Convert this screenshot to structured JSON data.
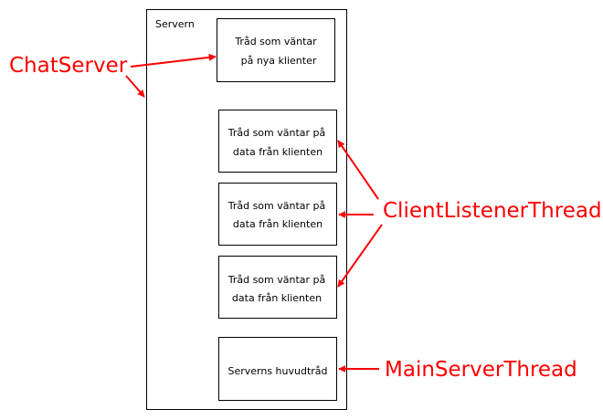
{
  "colors": {
    "stroke": "#000000",
    "annotation": "#ff0000",
    "background": "#ffffff"
  },
  "server": {
    "label": "Servern"
  },
  "boxes": {
    "wait_new_clients": {
      "line1": "Tråd som väntar",
      "line2": "på nya klienter"
    },
    "client_data_1": {
      "line1": "Tråd som väntar på",
      "line2": "data från klienten"
    },
    "client_data_2": {
      "line1": "Tråd som väntar på",
      "line2": "data från klienten"
    },
    "client_data_3": {
      "line1": "Tråd som väntar på",
      "line2": "data från klienten"
    },
    "main_thread": {
      "line1": "Serverns huvudtråd"
    }
  },
  "callouts": {
    "chat_server": "ChatServer",
    "client_listener": "ClientListenerThread",
    "main_server": "MainServerThread"
  }
}
